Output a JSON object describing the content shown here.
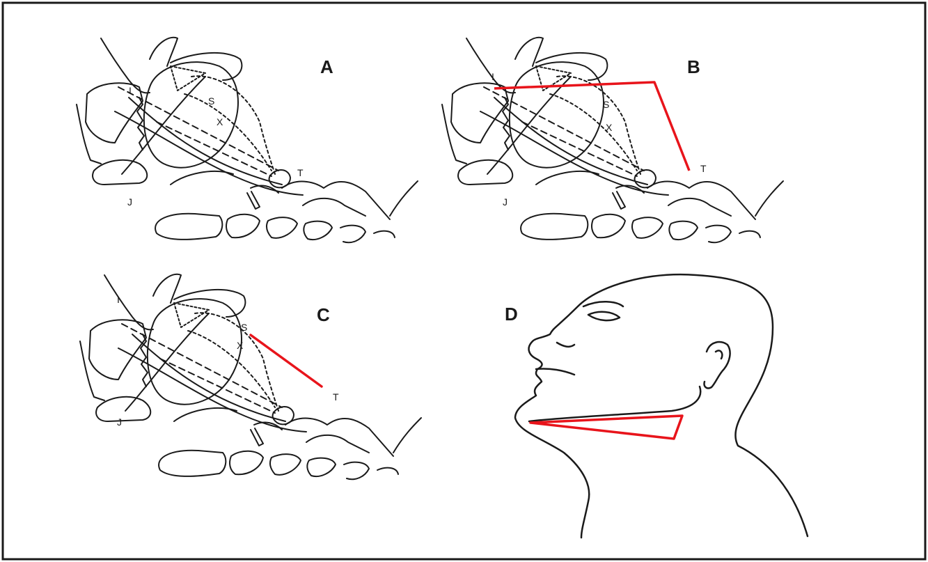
{
  "figure": {
    "accent_color": "#e8141b",
    "line_color": "#1a1a1a",
    "panels": [
      {
        "label": "A",
        "points": {
          "I": "I",
          "S": "S",
          "X": "X",
          "T": "T",
          "J": "J"
        },
        "highlight": "none"
      },
      {
        "label": "B",
        "points": {
          "I": "I",
          "S": "S",
          "X": "X",
          "T": "T",
          "J": "J"
        },
        "highlight": "I-to-T-around-tongue"
      },
      {
        "label": "C",
        "points": {
          "I": "I",
          "S": "S",
          "X": "X",
          "T": "T",
          "J": "J"
        },
        "highlight": "S-to-T"
      },
      {
        "label": "D",
        "highlight": "submandibular-triangle"
      }
    ]
  }
}
